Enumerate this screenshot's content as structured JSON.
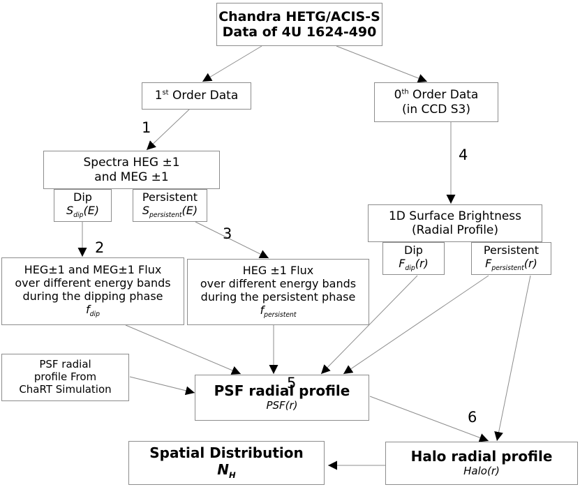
{
  "source": {
    "line1": "Chandra HETG/ACIS-S",
    "line2": "Data of 4U 1624-490"
  },
  "first_order": {
    "pre": "1",
    "sup": "st",
    "post": " Order Data"
  },
  "zeroth_order": {
    "pre": "0",
    "sup": "th",
    "post": " Order Data",
    "line2": "(in CCD S3)"
  },
  "spectra": {
    "line1": "Spectra HEG ±1",
    "line2": "and MEG ±1"
  },
  "spec_dip": {
    "label": "Dip",
    "sym": "S",
    "sub": "dip",
    "arg": "(E)"
  },
  "spec_persistent": {
    "label": "Persistent",
    "sym": "S",
    "sub": "persistent",
    "arg": "(E)"
  },
  "surface": {
    "line1": "1D Surface Brightness",
    "line2": "(Radial Profile)"
  },
  "surf_dip": {
    "label": "Dip",
    "sym": "F",
    "sub": "dip",
    "arg": "(r)"
  },
  "surf_persistent": {
    "label": "Persistent",
    "sym": "F",
    "sub": "persistent",
    "arg": "(r)"
  },
  "flux_dip": {
    "line1": "HEG±1 and MEG±1 Flux",
    "line2": "over different energy bands",
    "line3": "during the  dipping phase",
    "sym": "f",
    "sub": "dip"
  },
  "flux_persistent": {
    "line1": "HEG ±1 Flux",
    "line2": "over different energy bands",
    "line3": "during the persistent phase",
    "sym": "f",
    "sub": "persistent"
  },
  "psf_sim": {
    "line1": "PSF radial",
    "line2": "profile From",
    "line3": "ChaRT Simulation"
  },
  "psf": {
    "title": "PSF radial profile",
    "sub": "PSF(r)"
  },
  "halo": {
    "title": "Halo radial profile",
    "sub": "Halo(r)"
  },
  "spatial": {
    "title": "Spatial Distribution",
    "sym": "N",
    "sub": "H"
  },
  "steps": {
    "s1": "1",
    "s2": "2",
    "s3": "3",
    "s4": "4",
    "s5": "5",
    "s6": "6"
  },
  "colors": {
    "line": "#8c8c8c",
    "arrowhead": "#000000"
  }
}
